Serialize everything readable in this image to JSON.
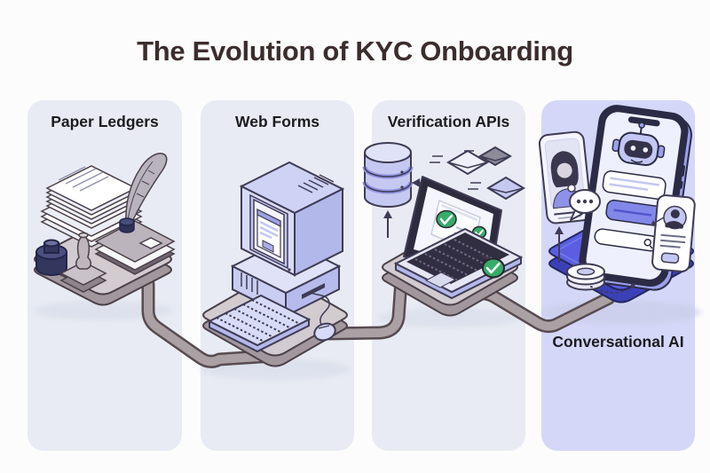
{
  "title": "The Evolution of KYC Onboarding",
  "stages": [
    {
      "label": "Paper Ledgers",
      "label_position": "top",
      "icons": [
        "paper-stack-icon",
        "quill-icon",
        "ink-bottle-icon",
        "rubber-stamp-icon",
        "ledger-book-icon",
        "desk"
      ]
    },
    {
      "label": "Web Forms",
      "label_position": "top",
      "icons": [
        "crt-computer-icon",
        "web-form-screen",
        "keyboard-icon",
        "mouse-icon",
        "desk"
      ]
    },
    {
      "label": "Verification APIs",
      "label_position": "top",
      "icons": [
        "laptop-icon",
        "check-badge-icon",
        "database-icon",
        "envelope-icon",
        "arrow-icon",
        "desk"
      ]
    },
    {
      "label": "Conversational AI",
      "label_position": "bottom",
      "icons": [
        "smartphone-icon",
        "robot-icon",
        "chat-bubble-icon",
        "id-card-photo-icon",
        "id-card-profile-icon",
        "ring-stack-icon",
        "blue-platform"
      ]
    }
  ],
  "connector": "winding road linking all four desks",
  "colors": {
    "page_background": "#fcfcfd",
    "panel_background": "#e8ebf3",
    "panel_background_highlight": "#d4d7f7",
    "title_text": "#3c2d2d",
    "label_text": "#1c1b1f",
    "road_fill": "#aba1a4",
    "road_outline": "#584b50",
    "desk_top": "#d2cbd0",
    "desk_side": "#a1979d",
    "lavender_light": "#d8dbf7",
    "lavender_mid": "#c5c9f1",
    "lavender_dark": "#9ca1e2",
    "platform_blue": "#5a5fe2",
    "platform_blue_side": "#3c40b8",
    "check_green": "#35ac69",
    "ink_navy": "#33375e",
    "outline_dark": "#3f3b55"
  }
}
